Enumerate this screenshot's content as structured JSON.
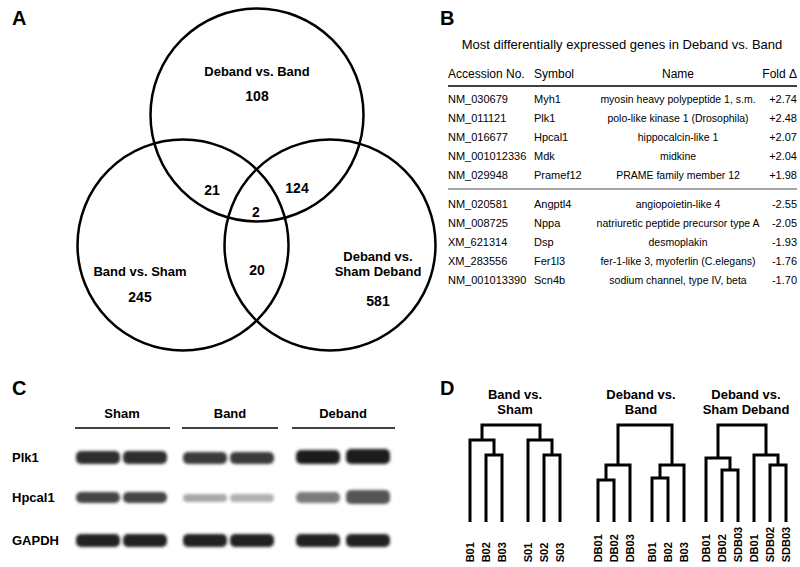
{
  "diagram": {
    "nodes": [
      {
        "text": [
          "Deband vs. Band",
          "108"
        ]
      },
      {
        "text": [
          "Band vs. Sham",
          "245"
        ]
      },
      {
        "text": [
          "Deband vs. Sham Deband",
          "581"
        ]
      }
    ],
    "labels": [
      "A",
      "21",
      "2",
      "124",
      "20",
      "B",
      "Most differentially expressed genes in Deband vs. Band",
      "Accession No.",
      "Symbol",
      "Name",
      "Fold Δ",
      "NM_030679",
      "Myh1",
      "myosin heavy polypeptide 1, s.m.",
      "+2.74",
      "NM_011121",
      "Plk1",
      "polo-like kinase 1 (Drosophila)",
      "+2.48",
      "NM_016677",
      "Hpcal1",
      "hippocalcin-like 1",
      "+2.07",
      "NM_001012336",
      "Mdk",
      "midkine",
      "+2.04",
      "NM_029948",
      "Pramef12",
      "PRAME family member 12",
      "+1.98",
      "NM_020581",
      "Angptl4",
      "angiopoietin-like 4",
      "-2.55",
      "NM_008725",
      "Nppa",
      "natriuretic peptide precursor type A",
      "-2.05",
      "XM_621314",
      "Dsp",
      "desmoplakin",
      "-1.93",
      "XM_283556",
      "Fer1l3",
      "fer-1-like 3, myoferlin (C.elegans)",
      "-1.76",
      "NM_001013390",
      "Scn4b",
      "sodium channel, type IV, beta",
      "-1.70",
      "C",
      "Sham",
      "Band",
      "Deband",
      "Plk1",
      "Hpcal1",
      "GAPDH",
      "D",
      "Band vs. Sham",
      "Deband vs. Band",
      "Deband vs. Sham Deband",
      "B01",
      "B02",
      "B03",
      "S01",
      "S02",
      "S03",
      "DB01",
      "DB02",
      "DB03",
      "B01",
      "B02",
      "B03",
      "DB01",
      "DB02",
      "SDB03",
      "DB01",
      "SDB02",
      "SDB03"
    ]
  }
}
